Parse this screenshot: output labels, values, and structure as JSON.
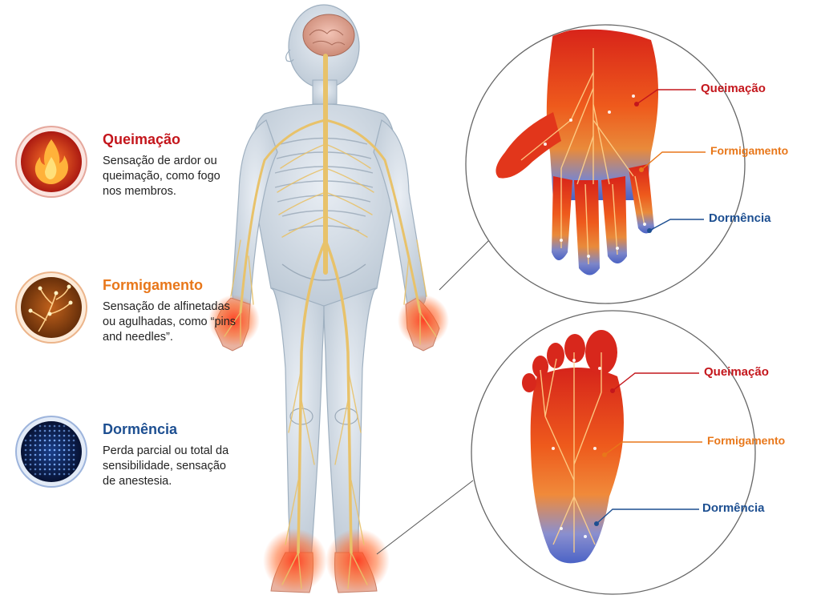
{
  "colors": {
    "burning": "#c4161c",
    "tingling": "#e8771a",
    "numbness": "#1d4f91",
    "nerve": "#e8c26a"
  },
  "legend": [
    {
      "key": "burning",
      "icon": "flame-icon",
      "title": "Queimação",
      "description": "Sensação de ardor ou queimação, como fogo nos membros."
    },
    {
      "key": "tingling",
      "icon": "nerve-branch-icon",
      "title": "Formigamento",
      "description": "Sensação de alfinetadas ou agulhadas, como “pins and needles”."
    },
    {
      "key": "numbness",
      "icon": "dot-grid-icon",
      "title": "Dormência",
      "description": "Perda parcial ou total da sensibilidade, sensação de anestesia."
    }
  ],
  "hand_callouts": {
    "burning": "Queimação",
    "tingling": "Formigamento",
    "numbness": "Dormência"
  },
  "foot_callouts": {
    "burning": "Queimação",
    "tingling": "Formigamento",
    "numbness": "Dormência"
  }
}
